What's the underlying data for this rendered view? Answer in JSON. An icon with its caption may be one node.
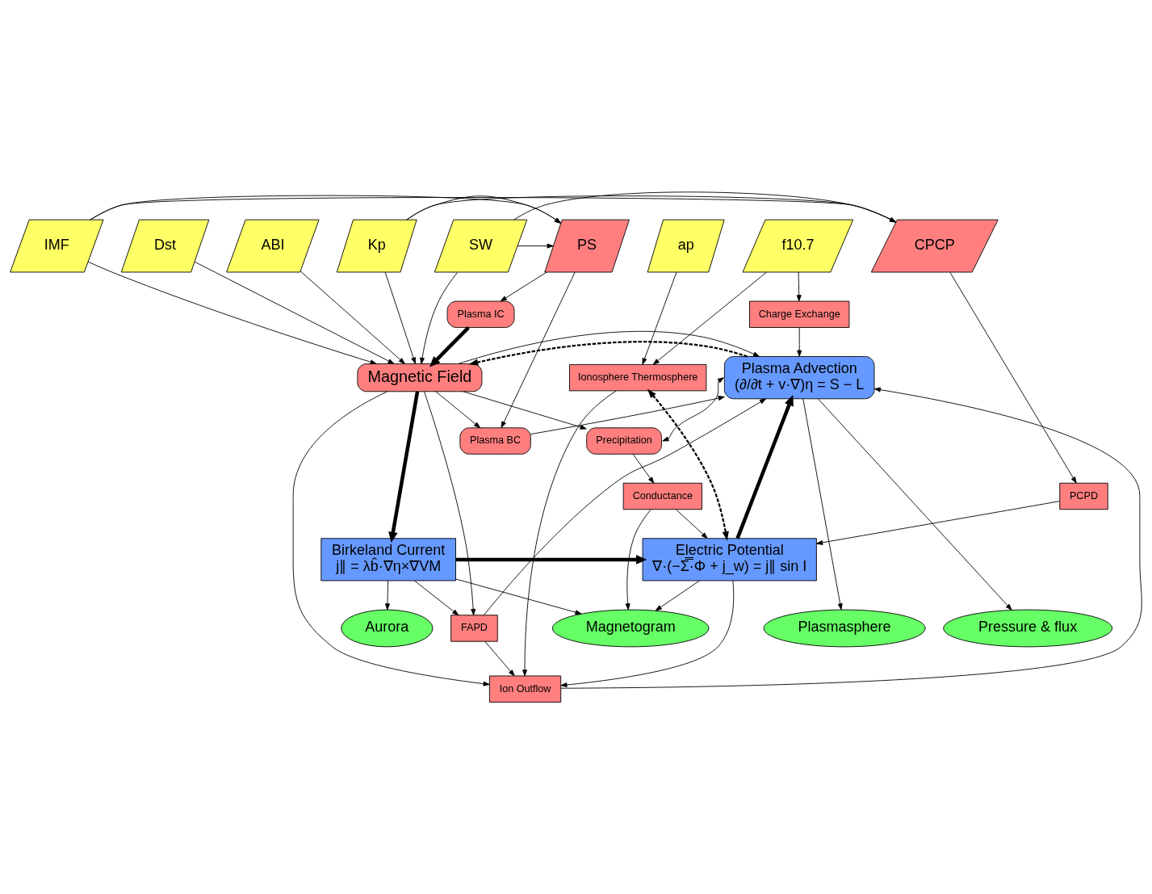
{
  "diagram": {
    "nodes": [
      {
        "text": [
          "SW"
        ]
      },
      {
        "text": [
          "IMF"
        ]
      },
      {
        "text": [
          "Kp"
        ]
      },
      {
        "text": [
          "Dst"
        ]
      },
      {
        "text": [
          "ABI"
        ]
      },
      {
        "text": [
          "ap"
        ]
      },
      {
        "text": [
          "f10.7"
        ]
      },
      {
        "text": [
          "PS"
        ]
      },
      {
        "text": [
          "CPCP"
        ]
      },
      {
        "text": [
          "Plasma IC"
        ]
      },
      {
        "text": [
          "Magnetic Field"
        ]
      },
      {
        "text": [
          "Plasma BC"
        ]
      },
      {
        "text": [
          "Plasma Advection",
          "(∂/∂t + v·∇)η = S − L"
        ]
      },
      {
        "text": [
          "Precipitation"
        ]
      },
      {
        "text": [
          "FAPD"
        ]
      },
      {
        "text": [
          "Ionosphere Thermosphere"
        ]
      },
      {
        "text": [
          "Ion Outflow"
        ]
      },
      {
        "text": [
          "Charge Exchange"
        ]
      },
      {
        "text": [
          "Conductance"
        ]
      },
      {
        "text": [
          "Birkeland Current",
          "j∥ = λb̂·∇η×∇VM"
        ]
      },
      {
        "text": [
          "Electric Potential",
          "∇·(−Σ̿·Φ + j_w) = j∥ sin I"
        ]
      },
      {
        "text": [
          "PCPD"
        ]
      },
      {
        "text": [
          "Aurora"
        ]
      },
      {
        "text": [
          "Magnetogram"
        ]
      },
      {
        "text": [
          "Plasmasphere"
        ]
      },
      {
        "text": [
          "Pressure & flux"
        ]
      }
    ],
    "edges": [
      {
        "from": 0,
        "to": 7,
        "arrow": "to"
      },
      {
        "from": 0,
        "to": 8,
        "arrow": "to"
      },
      {
        "from": 1,
        "to": 7,
        "arrow": "to"
      },
      {
        "from": 1,
        "to": 8,
        "arrow": "to"
      },
      {
        "from": 2,
        "to": 7,
        "arrow": "to"
      },
      {
        "from": 2,
        "to": 8,
        "arrow": "to"
      },
      {
        "from": 0,
        "to": 10,
        "arrow": "to"
      },
      {
        "from": 1,
        "to": 10,
        "arrow": "to"
      },
      {
        "from": 2,
        "to": 10,
        "arrow": "to"
      },
      {
        "from": 3,
        "to": 10,
        "arrow": "to"
      },
      {
        "from": 4,
        "to": 10,
        "arrow": "to"
      },
      {
        "from": 5,
        "to": 15,
        "arrow": "to"
      },
      {
        "from": 6,
        "to": 15,
        "arrow": "to"
      },
      {
        "from": 6,
        "to": 17,
        "arrow": "to"
      },
      {
        "from": 7,
        "to": 9,
        "arrow": "to"
      },
      {
        "from": 7,
        "to": 11,
        "arrow": "to"
      },
      {
        "from": 8,
        "to": 21,
        "arrow": "to"
      },
      {
        "from": 9,
        "to": 10,
        "arrow": "to",
        "style": "thick"
      },
      {
        "from": 10,
        "to": 11,
        "arrow": "to"
      },
      {
        "from": 10,
        "to": 13,
        "arrow": "to"
      },
      {
        "from": 11,
        "to": 12,
        "arrow": "to"
      },
      {
        "from": 12,
        "to": 10,
        "arrow": "to",
        "style": "dashed"
      },
      {
        "from": 13,
        "to": 12,
        "arrow": "both"
      },
      {
        "from": 10,
        "to": 14,
        "arrow": "to"
      },
      {
        "from": 10,
        "to": 12,
        "arrow": "to"
      },
      {
        "from": 14,
        "to": 12,
        "arrow": "to"
      },
      {
        "from": 10,
        "to": 16,
        "arrow": "to"
      },
      {
        "from": 14,
        "to": 16,
        "arrow": "to"
      },
      {
        "from": 15,
        "to": 16,
        "arrow": "to"
      },
      {
        "from": 13,
        "to": 18,
        "arrow": "to"
      },
      {
        "from": 15,
        "to": 20,
        "arrow": "both",
        "style": "dashed"
      },
      {
        "from": 16,
        "to": 12,
        "arrow": "to"
      },
      {
        "from": 17,
        "to": 12,
        "arrow": "to"
      },
      {
        "from": 20,
        "to": 12,
        "arrow": "to",
        "style": "thick"
      },
      {
        "from": 20,
        "to": 16,
        "arrow": "to"
      },
      {
        "from": 19,
        "to": 14,
        "arrow": "to"
      },
      {
        "from": 10,
        "to": 19,
        "arrow": "to",
        "style": "thick"
      },
      {
        "from": 19,
        "to": 20,
        "arrow": "to",
        "style": "thick"
      },
      {
        "from": 18,
        "to": 20,
        "arrow": "to"
      },
      {
        "from": 21,
        "to": 20,
        "arrow": "to"
      },
      {
        "from": 18,
        "to": 23,
        "arrow": "to"
      },
      {
        "from": 19,
        "to": 22,
        "arrow": "to"
      },
      {
        "from": 19,
        "to": 23,
        "arrow": "to"
      },
      {
        "from": 20,
        "to": 23,
        "arrow": "to"
      },
      {
        "from": 12,
        "to": 24,
        "arrow": "to"
      },
      {
        "from": 12,
        "to": 25,
        "arrow": "to"
      }
    ]
  }
}
